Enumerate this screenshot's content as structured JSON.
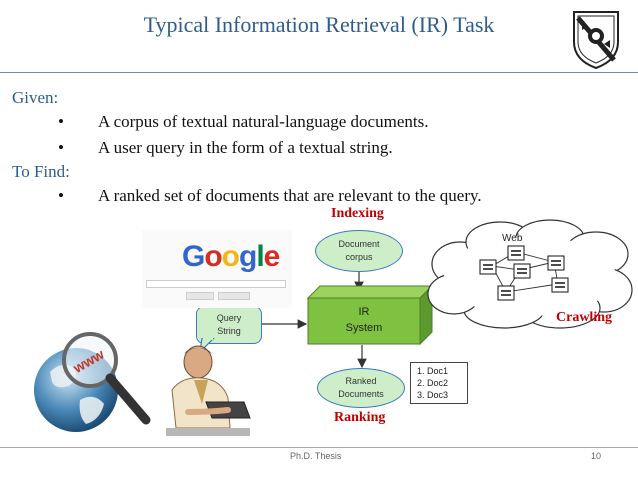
{
  "header": {
    "title": "Typical Information Retrieval (IR) Task"
  },
  "body": {
    "given_label": "Given:",
    "given_items": [
      "A corpus of textual natural-language documents.",
      "A user query in the form of a textual string."
    ],
    "find_label": "To Find:",
    "find_items": [
      "A ranked set of documents that are relevant to the query."
    ],
    "bullet": "•"
  },
  "diagram": {
    "indexing_label": "Indexing",
    "crawling_label": "Crawling",
    "ranking_label": "Ranking",
    "web_label": "Web",
    "document_corpus": "Document corpus",
    "ir_system_line1": "IR",
    "ir_system_line2": "System",
    "query_string": "Query String",
    "ranked_documents": "Ranked Documents",
    "results": [
      "1. Doc1",
      "2. Doc2",
      "3. Doc3"
    ],
    "google_letters": [
      "G",
      "o",
      "o",
      "g",
      "l",
      "e"
    ],
    "www_text": "www"
  },
  "footer": {
    "center": "Ph.D. Thesis",
    "page": "10"
  },
  "colors": {
    "title_blue": "#2e5d8c",
    "label_red": "#c00000",
    "oval_fill": "#cdeec9",
    "cube_green": "#7fc241"
  }
}
